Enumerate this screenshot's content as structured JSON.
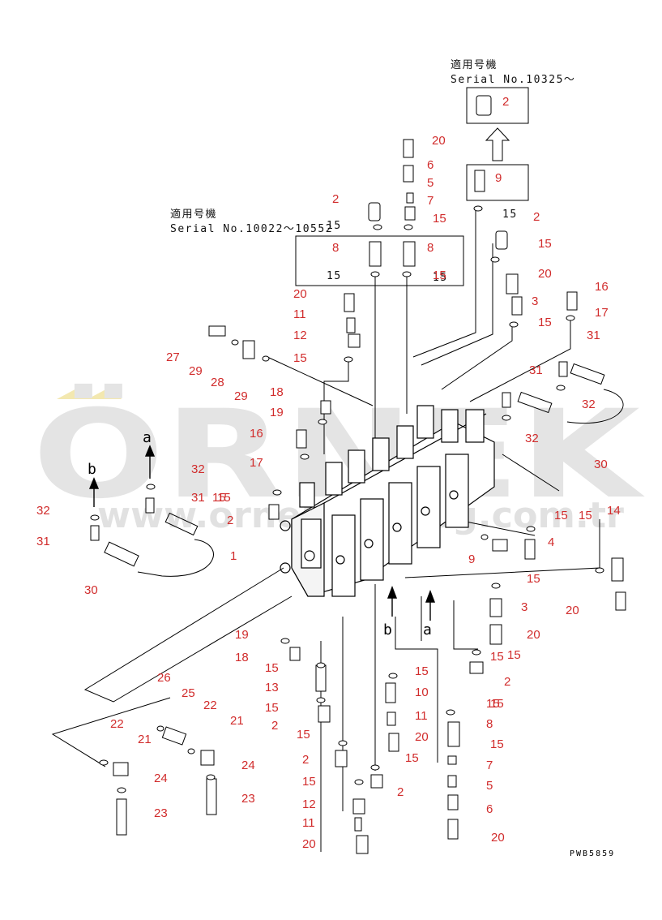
{
  "header": {
    "serial_label_1": "適用号機",
    "serial_range_1": "Serial No.10325～",
    "serial_label_2": "適用号機",
    "serial_range_2": "Serial No.10022～10552"
  },
  "view_labels": {
    "a": "a",
    "b": "b"
  },
  "footer": {
    "drawing_code": "PWB5859"
  },
  "watermark": {
    "brand": "ÖRNEK",
    "url": "www.ornekkatalog.com.tr"
  },
  "callouts": [
    {
      "id": "c1",
      "text": "2"
    },
    {
      "id": "c2",
      "text": "9"
    },
    {
      "id": "c3",
      "text": "20"
    },
    {
      "id": "c4",
      "text": "6"
    },
    {
      "id": "c5",
      "text": "5"
    },
    {
      "id": "c6",
      "text": "7"
    },
    {
      "id": "c7",
      "text": "15"
    },
    {
      "id": "c8",
      "text": "2"
    },
    {
      "id": "c9",
      "text": "15"
    },
    {
      "id": "c10",
      "text": "8"
    },
    {
      "id": "c11",
      "text": "8"
    },
    {
      "id": "c12",
      "text": "15"
    },
    {
      "id": "c13",
      "text": "15"
    },
    {
      "id": "c14",
      "text": "15"
    },
    {
      "id": "c15",
      "text": "2"
    },
    {
      "id": "c16",
      "text": "15"
    },
    {
      "id": "c17",
      "text": "20"
    },
    {
      "id": "c18",
      "text": "20"
    },
    {
      "id": "c19",
      "text": "3"
    },
    {
      "id": "c20",
      "text": "16"
    },
    {
      "id": "c21",
      "text": "17"
    },
    {
      "id": "c22",
      "text": "15"
    },
    {
      "id": "c23",
      "text": "11"
    },
    {
      "id": "c24",
      "text": "12"
    },
    {
      "id": "c25",
      "text": "15"
    },
    {
      "id": "c26",
      "text": "31"
    },
    {
      "id": "c27",
      "text": "31"
    },
    {
      "id": "c28",
      "text": "32"
    },
    {
      "id": "c29",
      "text": "32"
    },
    {
      "id": "c30",
      "text": "30"
    },
    {
      "id": "c31",
      "text": "27"
    },
    {
      "id": "c32",
      "text": "29"
    },
    {
      "id": "c33",
      "text": "28"
    },
    {
      "id": "c34",
      "text": "29"
    },
    {
      "id": "c35",
      "text": "18"
    },
    {
      "id": "c36",
      "text": "19"
    },
    {
      "id": "c37",
      "text": "16"
    },
    {
      "id": "c38",
      "text": "17"
    },
    {
      "id": "c39",
      "text": "15"
    },
    {
      "id": "c40",
      "text": "2"
    },
    {
      "id": "c41",
      "text": "32"
    },
    {
      "id": "c42",
      "text": "31"
    },
    {
      "id": "c43",
      "text": "32"
    },
    {
      "id": "c44",
      "text": "31"
    },
    {
      "id": "c45",
      "text": "30"
    },
    {
      "id": "c46",
      "text": "1"
    },
    {
      "id": "c47",
      "text": "15"
    },
    {
      "id": "c48",
      "text": "15"
    },
    {
      "id": "c49",
      "text": "14"
    },
    {
      "id": "c50",
      "text": "4"
    },
    {
      "id": "c51",
      "text": "9"
    },
    {
      "id": "c52",
      "text": "15"
    },
    {
      "id": "c53",
      "text": "3"
    },
    {
      "id": "c54",
      "text": "20"
    },
    {
      "id": "c55",
      "text": "20"
    },
    {
      "id": "c56",
      "text": "15"
    },
    {
      "id": "c57",
      "text": "2"
    },
    {
      "id": "c58",
      "text": "19"
    },
    {
      "id": "c59",
      "text": "18"
    },
    {
      "id": "c60",
      "text": "15"
    },
    {
      "id": "c61",
      "text": "13"
    },
    {
      "id": "c62",
      "text": "15"
    },
    {
      "id": "c63",
      "text": "2"
    },
    {
      "id": "c64",
      "text": "15"
    },
    {
      "id": "c65",
      "text": "2"
    },
    {
      "id": "c66",
      "text": "15"
    },
    {
      "id": "c67",
      "text": "12"
    },
    {
      "id": "c68",
      "text": "11"
    },
    {
      "id": "c69",
      "text": "20"
    },
    {
      "id": "c70",
      "text": "15"
    },
    {
      "id": "c71",
      "text": "10"
    },
    {
      "id": "c72",
      "text": "11"
    },
    {
      "id": "c73",
      "text": "20"
    },
    {
      "id": "c74",
      "text": "15"
    },
    {
      "id": "c75",
      "text": "2"
    },
    {
      "id": "c76",
      "text": "15"
    },
    {
      "id": "c77",
      "text": "8"
    },
    {
      "id": "c78",
      "text": "15"
    },
    {
      "id": "c79",
      "text": "7"
    },
    {
      "id": "c80",
      "text": "5"
    },
    {
      "id": "c81",
      "text": "6"
    },
    {
      "id": "c82",
      "text": "20"
    },
    {
      "id": "c83",
      "text": "26"
    },
    {
      "id": "c84",
      "text": "25"
    },
    {
      "id": "c85",
      "text": "22"
    },
    {
      "id": "c86",
      "text": "22"
    },
    {
      "id": "c87",
      "text": "21"
    },
    {
      "id": "c88",
      "text": "21"
    },
    {
      "id": "c89",
      "text": "24"
    },
    {
      "id": "c90",
      "text": "24"
    },
    {
      "id": "c91",
      "text": "23"
    },
    {
      "id": "c92",
      "text": "23"
    }
  ],
  "black_numbers": [
    {
      "id": "b1",
      "text": "15"
    },
    {
      "id": "b2",
      "text": "15"
    },
    {
      "id": "b3",
      "text": "15"
    },
    {
      "id": "b4",
      "text": "15"
    }
  ]
}
